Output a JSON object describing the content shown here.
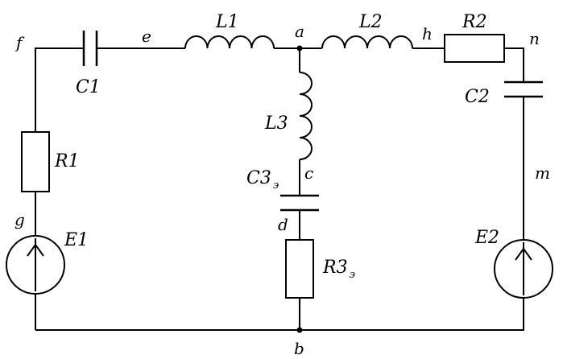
{
  "components": {
    "C1": "C1",
    "L1": "L1",
    "L2": "L2",
    "R2": "R2",
    "C2": "C2",
    "L3": "L3",
    "C3": "C3",
    "C3_sub": "э",
    "R3": "R3",
    "R3_sub": "э",
    "R1": "R1",
    "E1": "E1",
    "E2": "E2"
  },
  "nodes": {
    "f": "f",
    "e": "e",
    "a": "a",
    "h": "h",
    "n": "n",
    "m": "m",
    "c": "c",
    "d": "d",
    "g": "g",
    "b": "b"
  }
}
